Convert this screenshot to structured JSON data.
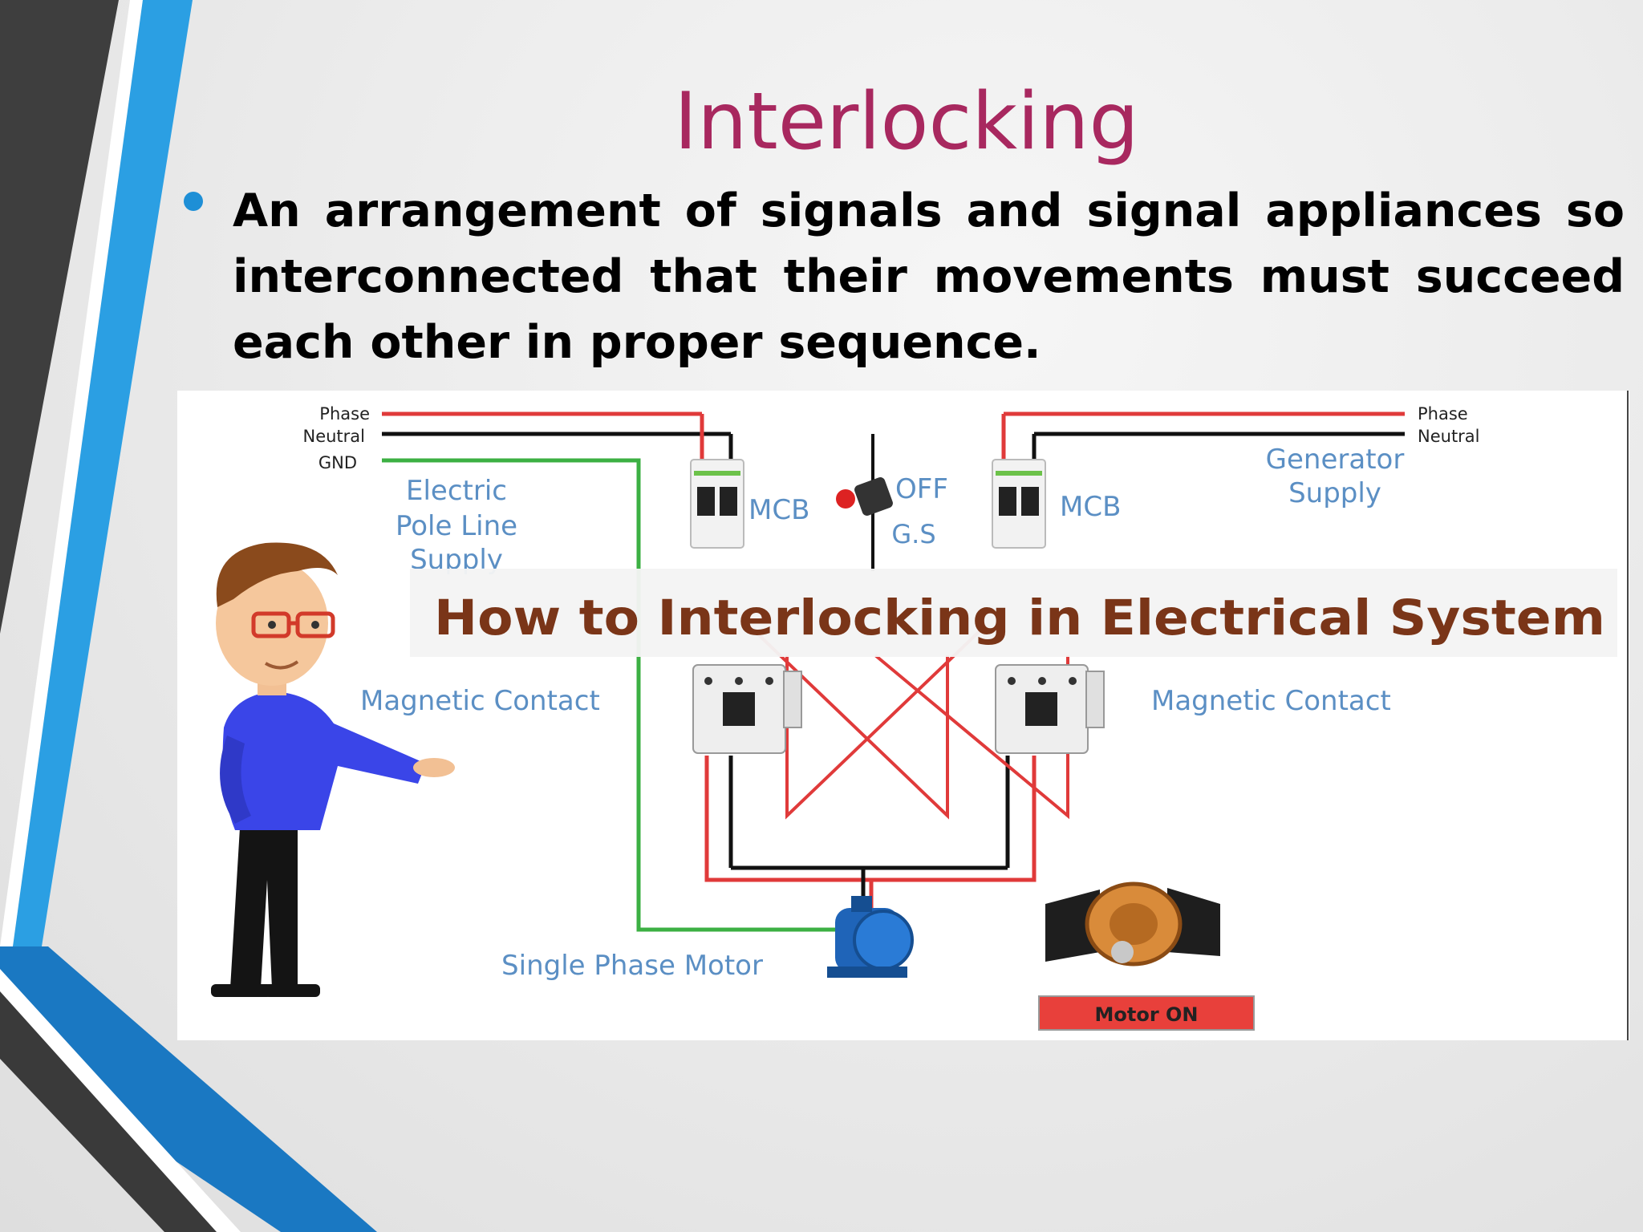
{
  "slide": {
    "title": "Interlocking",
    "bullet": "An arrangement of signals and signal appliances so interconnected that their movements must succeed each other in proper sequence."
  },
  "diagram": {
    "left_phase": "Phase",
    "left_neutral": "Neutral",
    "left_gnd": "GND",
    "right_phase": "Phase",
    "right_neutral": "Neutral",
    "electric_line1": "Electric",
    "electric_line2": "Pole Line",
    "electric_line3": "Supply",
    "generator_line1": "Generator",
    "generator_line2": "Supply",
    "mcb_left": "MCB",
    "mcb_right": "MCB",
    "switch_off": "OFF",
    "switch_gs": "G.S",
    "banner": "How to Interlocking in Electrical System",
    "contact_left": "Magnetic Contact",
    "contact_right": "Magnetic Contact",
    "motor_label": "Single Phase Motor",
    "motor_status": "Motor ON"
  },
  "colors": {
    "title": "#a8285f",
    "accent_blue": "#1e8fd6",
    "wire_phase": "#e03a3a",
    "wire_ground": "#3cb043",
    "label_blue": "#5b8fc4",
    "status_red": "#e8403b"
  },
  "icons": [
    "bullet-icon",
    "mcb-breaker-icon",
    "switch-knob-icon",
    "contactor-icon",
    "motor-icon",
    "rotor-icon",
    "presenter-illustration"
  ]
}
